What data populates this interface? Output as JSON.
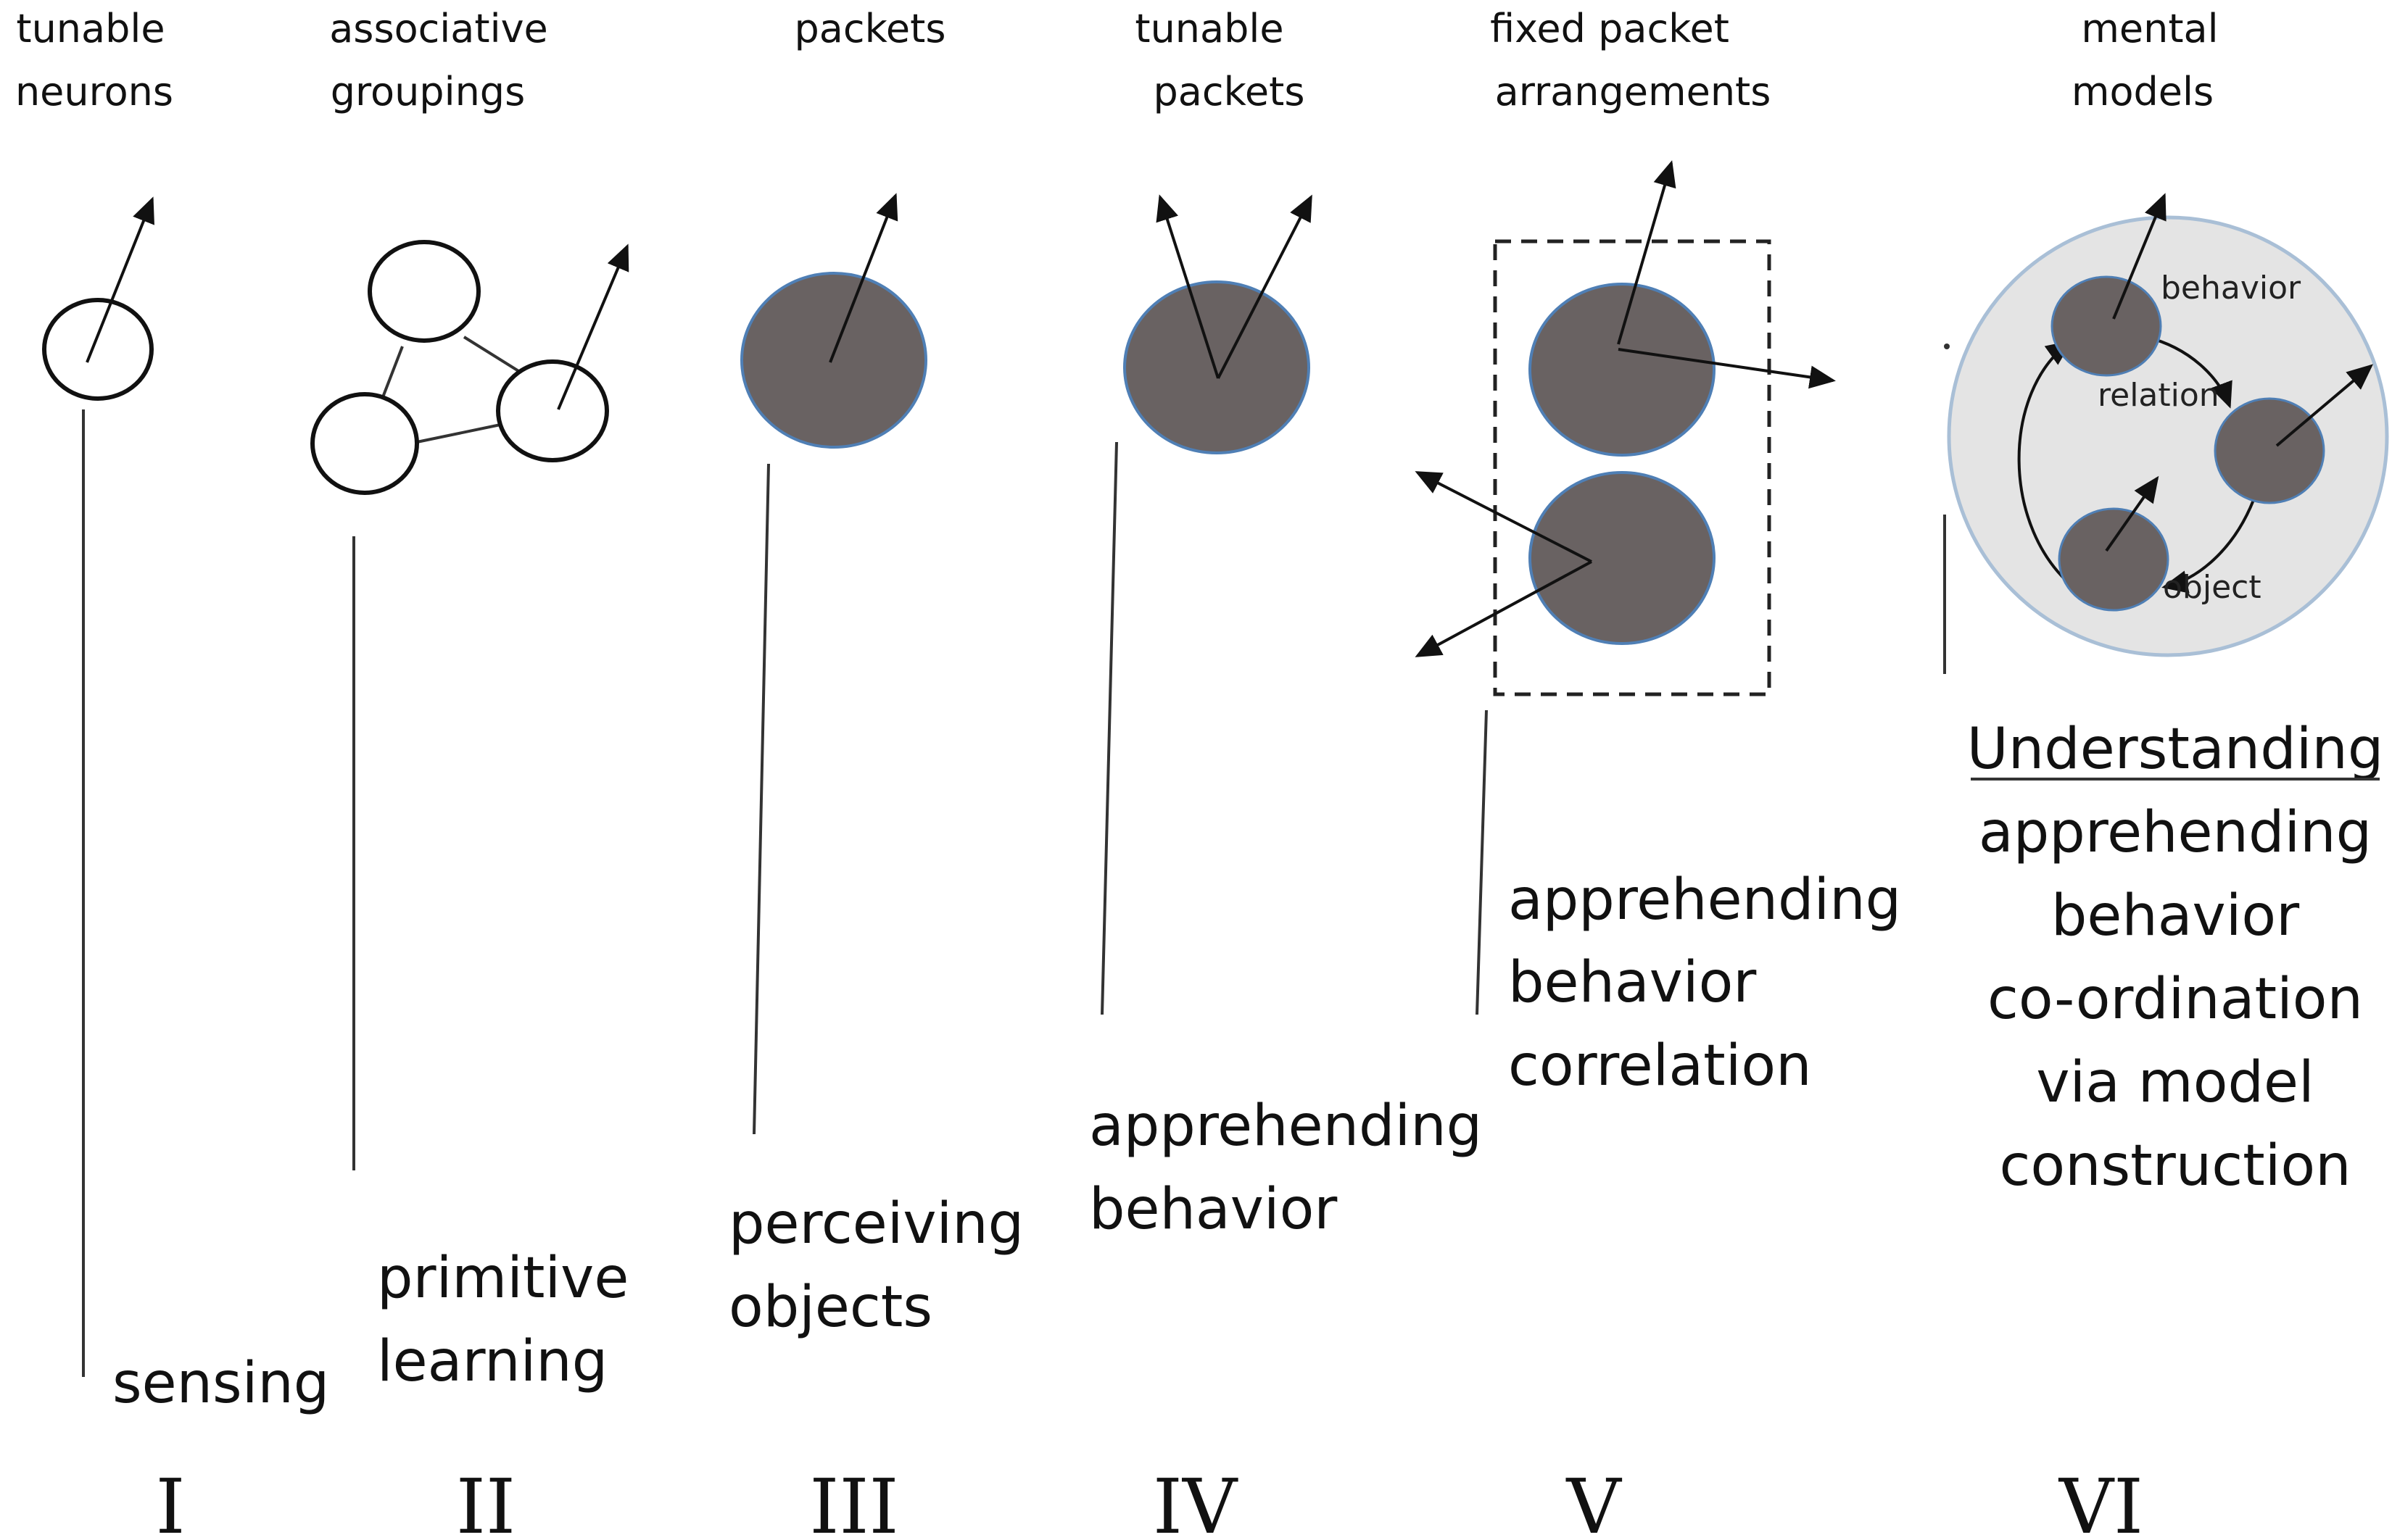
{
  "stages": [
    {
      "numeral": "I",
      "header": [
        "tunable",
        "neurons"
      ],
      "caption": [
        "sensing"
      ]
    },
    {
      "numeral": "II",
      "header": [
        "associative",
        "groupings"
      ],
      "caption": [
        "primitive",
        "learning"
      ]
    },
    {
      "numeral": "III",
      "header": [
        "packets"
      ],
      "caption": [
        "perceiving",
        "objects"
      ]
    },
    {
      "numeral": "IV",
      "header": [
        "tunable",
        "packets"
      ],
      "caption": [
        "apprehending",
        "behavior"
      ]
    },
    {
      "numeral": "V",
      "header": [
        "fixed packet",
        "arrangements"
      ],
      "caption": [
        "apprehending",
        "behavior",
        "correlation"
      ]
    },
    {
      "numeral": "VI",
      "header": [
        "mental",
        "models"
      ],
      "caption": [
        "Understanding",
        "apprehending",
        "behavior",
        "co-ordination",
        "via model",
        "construction"
      ]
    }
  ],
  "model_labels": {
    "behavior": "behavior",
    "relation": "relation",
    "object": "object"
  },
  "colors": {
    "packet_fill": "#696262",
    "packet_stroke": "#4f7fb5",
    "model_fill": "#e4e4e4"
  }
}
